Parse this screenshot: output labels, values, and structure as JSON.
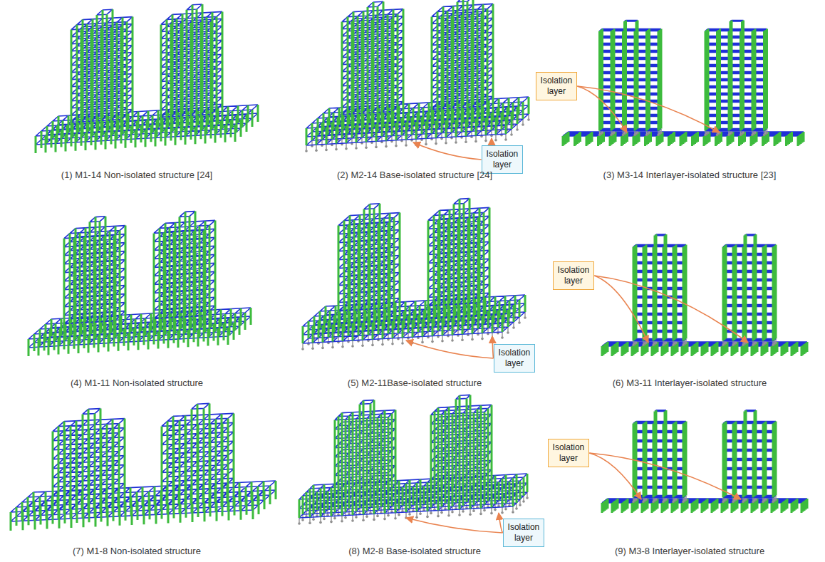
{
  "diagram": {
    "nodes": [
      {
        "text": [
          "Isolation layer"
        ]
      },
      {
        "text": [
          "Isolation layer"
        ]
      },
      {
        "text": [
          "Isolation layer"
        ]
      },
      {
        "text": [
          "Isolation layer"
        ]
      },
      {
        "text": [
          "Isolation layer"
        ]
      },
      {
        "text": [
          "Isolation layer"
        ]
      }
    ],
    "labels": [
      "(1) M1-14 Non-isolated structure [24]",
      "(2) M2-14 Base-isolated structure [24]",
      "(3) M3-14 Interlayer-isolated structure [23]",
      "(4) M1-11 Non-isolated structure",
      "(5) M2-11Base-isolated structure",
      "(6) M3-11 Interlayer-isolated structure",
      "(7) M1-8 Non-isolated structure",
      "(8) M2-8 Base-isolated structure",
      "(9) M3-8 Interlayer-isolated structure"
    ]
  }
}
